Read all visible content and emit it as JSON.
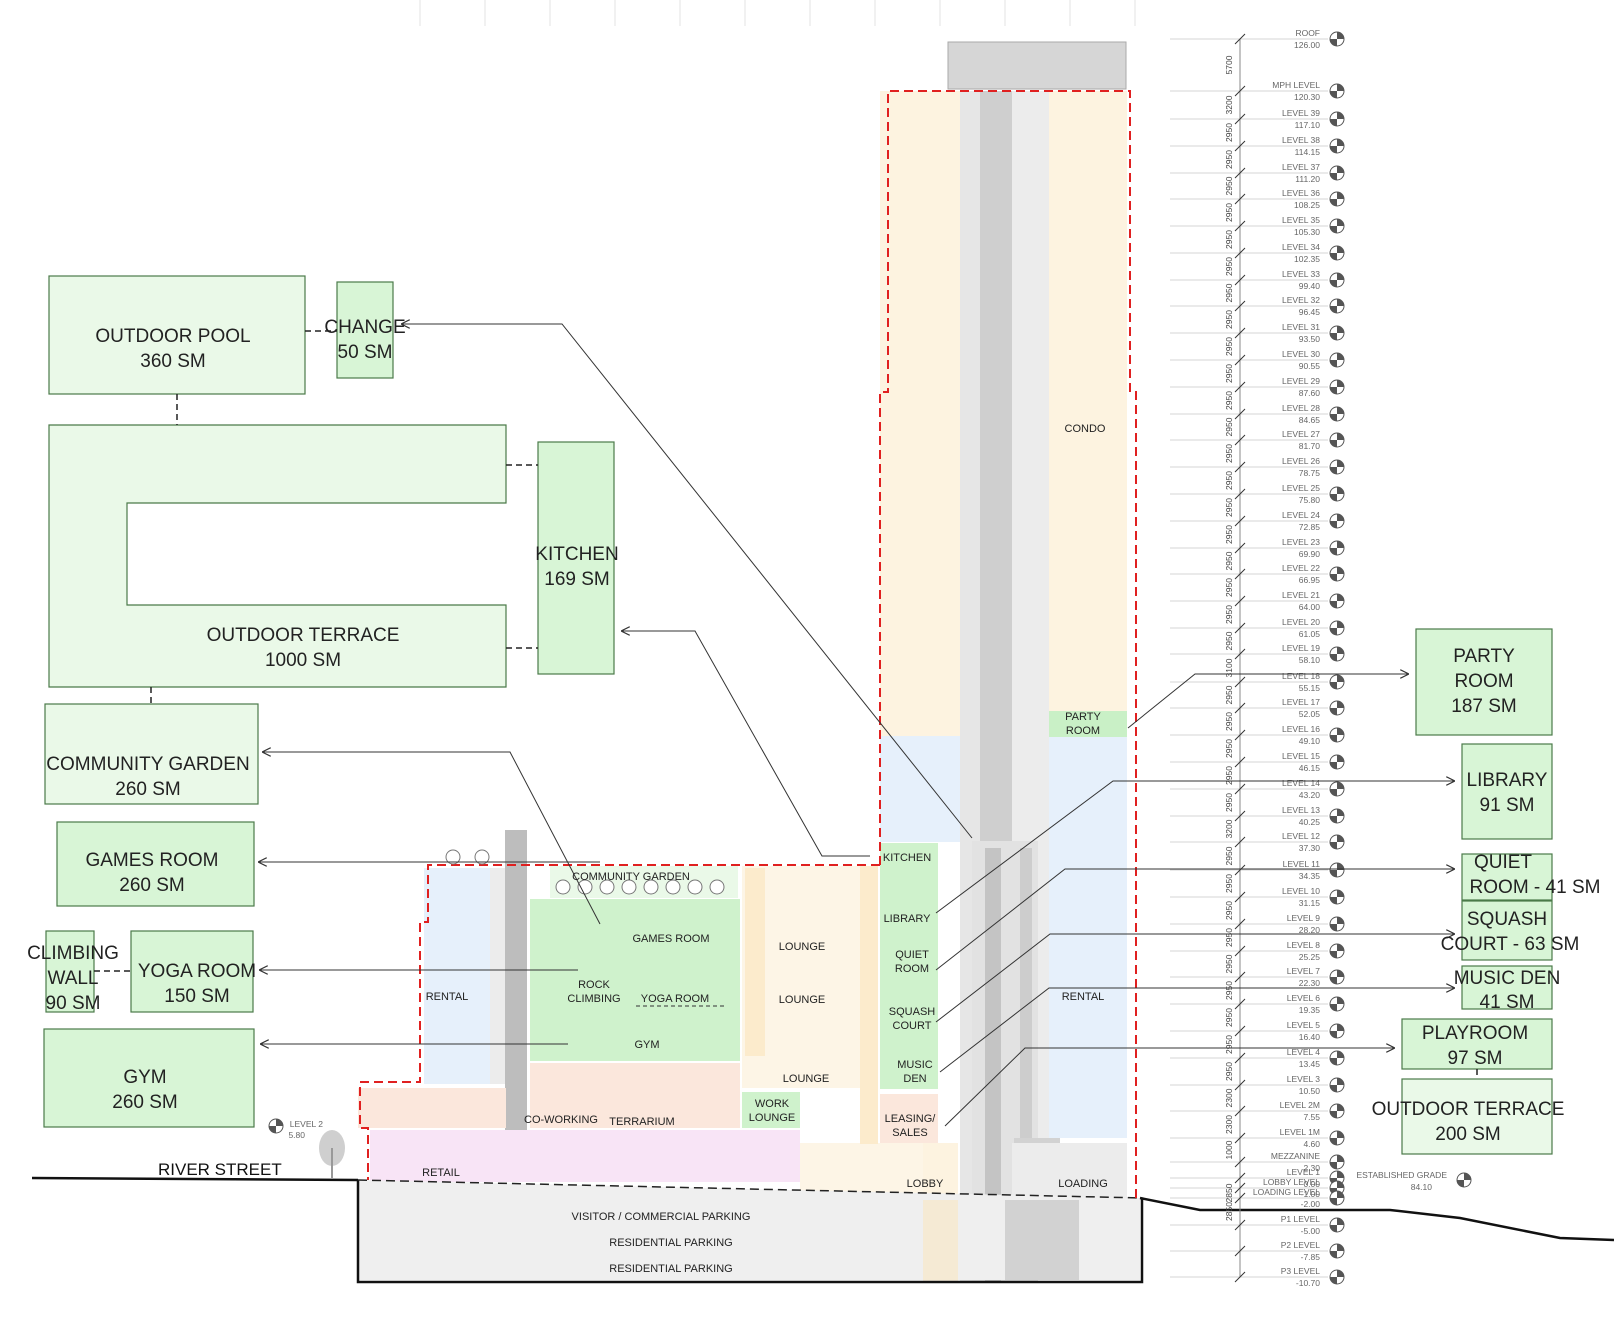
{
  "colors": {
    "program_box_fill": "#d8f5d6",
    "program_box_light": "#eaf9e8",
    "program_box_stroke": "#4b7a49",
    "condo_fill": "#fdf3e0",
    "rental_fill": "#e6f0fb",
    "amenity_fill": "#cff2cc",
    "retail_fill": "#f8e4f6",
    "coworking_fill": "#fbe7dc",
    "lounge_fill": "#fdf5e6",
    "core_fill": "#d4d4d4",
    "parking_fill": "#efefef",
    "boundary_red": "#e02020"
  },
  "program_boxes": [
    {
      "id": "outdoor-pool",
      "lines": [
        "OUTDOOR POOL",
        "360 SM"
      ]
    },
    {
      "id": "change",
      "lines": [
        "CHANGE",
        "50 SM"
      ]
    },
    {
      "id": "outdoor-terrace-1000",
      "lines": [
        "OUTDOOR TERRACE",
        "1000 SM"
      ]
    },
    {
      "id": "kitchen",
      "lines": [
        "KITCHEN",
        "169 SM"
      ]
    },
    {
      "id": "community-garden",
      "lines": [
        "COMMUNITY GARDEN",
        "260 SM"
      ]
    },
    {
      "id": "games-room",
      "lines": [
        "GAMES ROOM",
        "260 SM"
      ]
    },
    {
      "id": "climbing-wall",
      "lines": [
        "CLIMBING",
        "WALL",
        "90 SM"
      ]
    },
    {
      "id": "yoga-room",
      "lines": [
        "YOGA ROOM",
        "150 SM"
      ]
    },
    {
      "id": "gym",
      "lines": [
        "GYM",
        "260 SM"
      ]
    },
    {
      "id": "party-room",
      "lines": [
        "PARTY",
        "ROOM",
        "187 SM"
      ]
    },
    {
      "id": "library",
      "lines": [
        "LIBRARY",
        "91 SM"
      ]
    },
    {
      "id": "quiet-room",
      "lines": [
        "QUIET",
        "ROOM - 41 SM"
      ]
    },
    {
      "id": "squash-court",
      "lines": [
        "SQUASH",
        "COURT - 63 SM"
      ]
    },
    {
      "id": "music-den",
      "lines": [
        "MUSIC DEN",
        "41 SM"
      ]
    },
    {
      "id": "playroom",
      "lines": [
        "PLAYROOM",
        "97 SM"
      ]
    },
    {
      "id": "outdoor-terrace-200",
      "lines": [
        "OUTDOOR TERRACE",
        "200 SM"
      ]
    }
  ],
  "section_labels": [
    {
      "id": "condo",
      "lines": [
        "CONDO"
      ]
    },
    {
      "id": "party-room",
      "lines": [
        "PARTY",
        "ROOM"
      ]
    },
    {
      "id": "rental-tower",
      "lines": [
        "RENTAL"
      ]
    },
    {
      "id": "kitchen",
      "lines": [
        "KITCHEN"
      ]
    },
    {
      "id": "library",
      "lines": [
        "LIBRARY"
      ]
    },
    {
      "id": "quiet-room",
      "lines": [
        "QUIET",
        "ROOM"
      ]
    },
    {
      "id": "squash-court",
      "lines": [
        "SQUASH",
        "COURT"
      ]
    },
    {
      "id": "music-den",
      "lines": [
        "MUSIC",
        "DEN"
      ]
    },
    {
      "id": "leasing-sales",
      "lines": [
        "LEASING/",
        "SALES"
      ]
    },
    {
      "id": "lobby",
      "lines": [
        "LOBBY"
      ]
    },
    {
      "id": "loading",
      "lines": [
        "LOADING"
      ]
    },
    {
      "id": "rental-podium",
      "lines": [
        "RENTAL"
      ]
    },
    {
      "id": "community-garden",
      "lines": [
        "COMMUNITY GARDEN"
      ]
    },
    {
      "id": "games-room",
      "lines": [
        "GAMES ROOM"
      ]
    },
    {
      "id": "rock-climbing",
      "lines": [
        "ROCK",
        "CLIMBING"
      ]
    },
    {
      "id": "yoga-room",
      "lines": [
        "YOGA ROOM"
      ]
    },
    {
      "id": "gym",
      "lines": [
        "GYM"
      ]
    },
    {
      "id": "lounge-1",
      "lines": [
        "LOUNGE"
      ]
    },
    {
      "id": "lounge-2",
      "lines": [
        "LOUNGE"
      ]
    },
    {
      "id": "lounge-3",
      "lines": [
        "LOUNGE"
      ]
    },
    {
      "id": "work-lounge",
      "lines": [
        "WORK",
        "LOUNGE"
      ]
    },
    {
      "id": "co-working",
      "lines": [
        "CO-WORKING"
      ]
    },
    {
      "id": "terrarium",
      "lines": [
        "TERRARIUM"
      ]
    },
    {
      "id": "retail",
      "lines": [
        "RETAIL"
      ]
    },
    {
      "id": "visitor-parking",
      "lines": [
        "VISITOR / COMMERCIAL PARKING"
      ]
    },
    {
      "id": "residential-parking-1",
      "lines": [
        "RESIDENTIAL PARKING"
      ]
    },
    {
      "id": "residential-parking-2",
      "lines": [
        "RESIDENTIAL PARKING"
      ]
    }
  ],
  "levels": [
    {
      "name": "ROOF",
      "elev": "126.00"
    },
    {
      "name": "MPH LEVEL",
      "elev": "120.30"
    },
    {
      "name": "LEVEL 39",
      "elev": "117.10"
    },
    {
      "name": "LEVEL 38",
      "elev": "114.15"
    },
    {
      "name": "LEVEL 37",
      "elev": "111.20"
    },
    {
      "name": "LEVEL 36",
      "elev": "108.25"
    },
    {
      "name": "LEVEL 35",
      "elev": "105.30"
    },
    {
      "name": "LEVEL 34",
      "elev": "102.35"
    },
    {
      "name": "LEVEL 33",
      "elev": "99.40"
    },
    {
      "name": "LEVEL 32",
      "elev": "96.45"
    },
    {
      "name": "LEVEL 31",
      "elev": "93.50"
    },
    {
      "name": "LEVEL 30",
      "elev": "90.55"
    },
    {
      "name": "LEVEL 29",
      "elev": "87.60"
    },
    {
      "name": "LEVEL 28",
      "elev": "84.65"
    },
    {
      "name": "LEVEL 27",
      "elev": "81.70"
    },
    {
      "name": "LEVEL 26",
      "elev": "78.75"
    },
    {
      "name": "LEVEL 25",
      "elev": "75.80"
    },
    {
      "name": "LEVEL 24",
      "elev": "72.85"
    },
    {
      "name": "LEVEL 23",
      "elev": "69.90"
    },
    {
      "name": "LEVEL 22",
      "elev": "66.95"
    },
    {
      "name": "LEVEL 21",
      "elev": "64.00"
    },
    {
      "name": "LEVEL 20",
      "elev": "61.05"
    },
    {
      "name": "LEVEL 19",
      "elev": "58.10"
    },
    {
      "name": "LEVEL 18",
      "elev": "55.15"
    },
    {
      "name": "LEVEL 17",
      "elev": "52.05"
    },
    {
      "name": "LEVEL 16",
      "elev": "49.10"
    },
    {
      "name": "LEVEL 15",
      "elev": "46.15"
    },
    {
      "name": "LEVEL 14",
      "elev": "43.20"
    },
    {
      "name": "LEVEL 13",
      "elev": "40.25"
    },
    {
      "name": "LEVEL 12",
      "elev": "37.30"
    },
    {
      "name": "LEVEL 11",
      "elev": "34.35"
    },
    {
      "name": "LEVEL 10",
      "elev": "31.15"
    },
    {
      "name": "LEVEL 9",
      "elev": "28.20"
    },
    {
      "name": "LEVEL 8",
      "elev": "25.25"
    },
    {
      "name": "LEVEL 7",
      "elev": "22.30"
    },
    {
      "name": "LEVEL 6",
      "elev": "19.35"
    },
    {
      "name": "LEVEL 5",
      "elev": "16.40"
    },
    {
      "name": "LEVEL 4",
      "elev": "13.45"
    },
    {
      "name": "LEVEL 3",
      "elev": "10.50"
    },
    {
      "name": "LEVEL 2M",
      "elev": "7.55"
    },
    {
      "name": "LEVEL 1M",
      "elev": "4.60"
    },
    {
      "name": "MEZZANINE",
      "elev": "2.30"
    },
    {
      "name": "LEVEL 1",
      "elev": "0.00"
    },
    {
      "name": "LOBBY LEVEL",
      "elev": "-1.00"
    },
    {
      "name": "LOADING LEVEL",
      "elev": "-2.00"
    },
    {
      "name": "P1 LEVEL",
      "elev": "-5.00"
    },
    {
      "name": "P2 LEVEL",
      "elev": "-7.85"
    },
    {
      "name": "P3 LEVEL",
      "elev": "-10.70"
    }
  ],
  "dimensions": [
    "5700",
    "3200",
    "2950",
    "2950",
    "2950",
    "2950",
    "2950",
    "2950",
    "2950",
    "2950",
    "2950",
    "2950",
    "2950",
    "2950",
    "2950",
    "2950",
    "2950",
    "2950",
    "2950",
    "2950",
    "2950",
    "2950",
    "3100",
    "2950",
    "2950",
    "2950",
    "2950",
    "2950",
    "3200",
    "2950",
    "2950",
    "2950",
    "2950",
    "2950",
    "2950",
    "2950",
    "2950",
    "2950",
    "2300",
    "2300",
    "1000",
    "2850",
    "2850"
  ],
  "level_2_marker": {
    "name": "LEVEL 2",
    "elev": "5.80"
  },
  "established_grade": {
    "name": "ESTABLISHED GRADE",
    "elev": "84.10"
  },
  "street": "RIVER STREET"
}
